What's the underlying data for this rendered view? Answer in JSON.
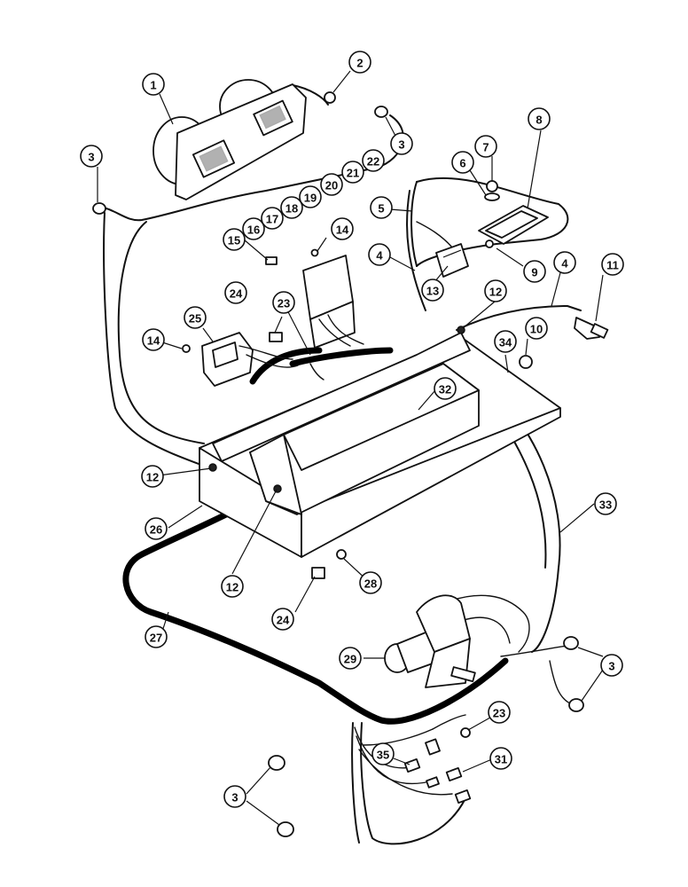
{
  "callouts": [
    {
      "id": "c1",
      "label": "1"
    },
    {
      "id": "c2",
      "label": "2"
    },
    {
      "id": "c3a",
      "label": "3"
    },
    {
      "id": "c3b",
      "label": "3"
    },
    {
      "id": "c3c",
      "label": "3"
    },
    {
      "id": "c3d",
      "label": "3"
    },
    {
      "id": "c4a",
      "label": "4"
    },
    {
      "id": "c4b",
      "label": "4"
    },
    {
      "id": "c5",
      "label": "5"
    },
    {
      "id": "c6",
      "label": "6"
    },
    {
      "id": "c7",
      "label": "7"
    },
    {
      "id": "c8",
      "label": "8"
    },
    {
      "id": "c9",
      "label": "9"
    },
    {
      "id": "c10",
      "label": "10"
    },
    {
      "id": "c11",
      "label": "11"
    },
    {
      "id": "c12a",
      "label": "12"
    },
    {
      "id": "c12b",
      "label": "12"
    },
    {
      "id": "c12c",
      "label": "12"
    },
    {
      "id": "c13",
      "label": "13"
    },
    {
      "id": "c14a",
      "label": "14"
    },
    {
      "id": "c14b",
      "label": "14"
    },
    {
      "id": "c15",
      "label": "15"
    },
    {
      "id": "c16",
      "label": "16"
    },
    {
      "id": "c17",
      "label": "17"
    },
    {
      "id": "c18",
      "label": "18"
    },
    {
      "id": "c19",
      "label": "19"
    },
    {
      "id": "c20",
      "label": "20"
    },
    {
      "id": "c21",
      "label": "21"
    },
    {
      "id": "c22",
      "label": "22"
    },
    {
      "id": "c23a",
      "label": "23"
    },
    {
      "id": "c23b",
      "label": "23"
    },
    {
      "id": "c24a",
      "label": "24"
    },
    {
      "id": "c24b",
      "label": "24"
    },
    {
      "id": "c25",
      "label": "25"
    },
    {
      "id": "c26",
      "label": "26"
    },
    {
      "id": "c27",
      "label": "27"
    },
    {
      "id": "c28",
      "label": "28"
    },
    {
      "id": "c29",
      "label": "29"
    },
    {
      "id": "c31",
      "label": "31"
    },
    {
      "id": "c32",
      "label": "32"
    },
    {
      "id": "c33",
      "label": "33"
    },
    {
      "id": "c34",
      "label": "34"
    },
    {
      "id": "c35",
      "label": "35"
    }
  ]
}
